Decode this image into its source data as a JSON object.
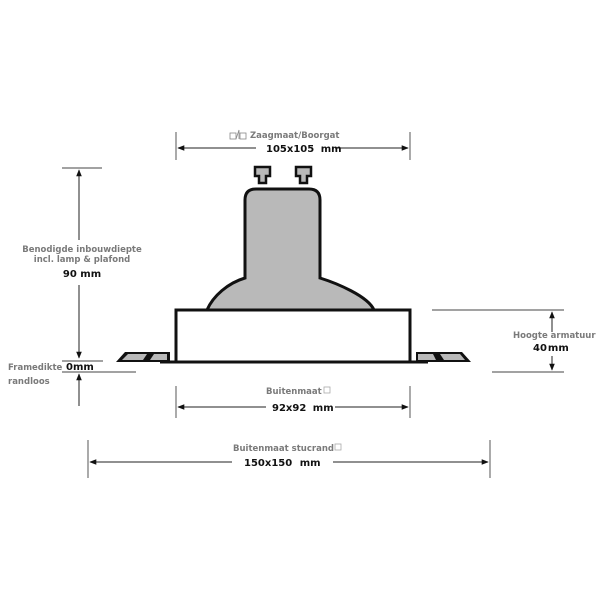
{
  "diagram": {
    "type": "technical-dimension-drawing",
    "subject": "recessed GU10 spotlight fixture, trimless",
    "colors": {
      "background": "#ffffff",
      "outline": "#111111",
      "lamp_fill": "#b9b9b9",
      "label_gray": "#7a7a7a",
      "value_black": "#111111"
    }
  },
  "dimensions": {
    "cutout": {
      "icon": "saw-drill-icon",
      "label": "Zaagmaat/Boorgat",
      "value": "105x105",
      "unit": "mm"
    },
    "depth": {
      "label_line1": "Benodigde inbouwdiepte",
      "label_line2": "incl. lamp & plafond",
      "value": "90",
      "unit": "mm"
    },
    "frame": {
      "label_line1": "Framedikte",
      "label_line2": "randloos",
      "value": "0mm"
    },
    "height": {
      "label": "Hoogte armatuur",
      "value": "40",
      "unit": "mm"
    },
    "outer": {
      "label": "Buitenmaat",
      "icon": "square-icon",
      "value": "92x92",
      "unit": "mm"
    },
    "outer_plaster": {
      "label": "Buitenmaat stucrand",
      "icon": "square-icon",
      "value": "150x150",
      "unit": "mm"
    }
  }
}
